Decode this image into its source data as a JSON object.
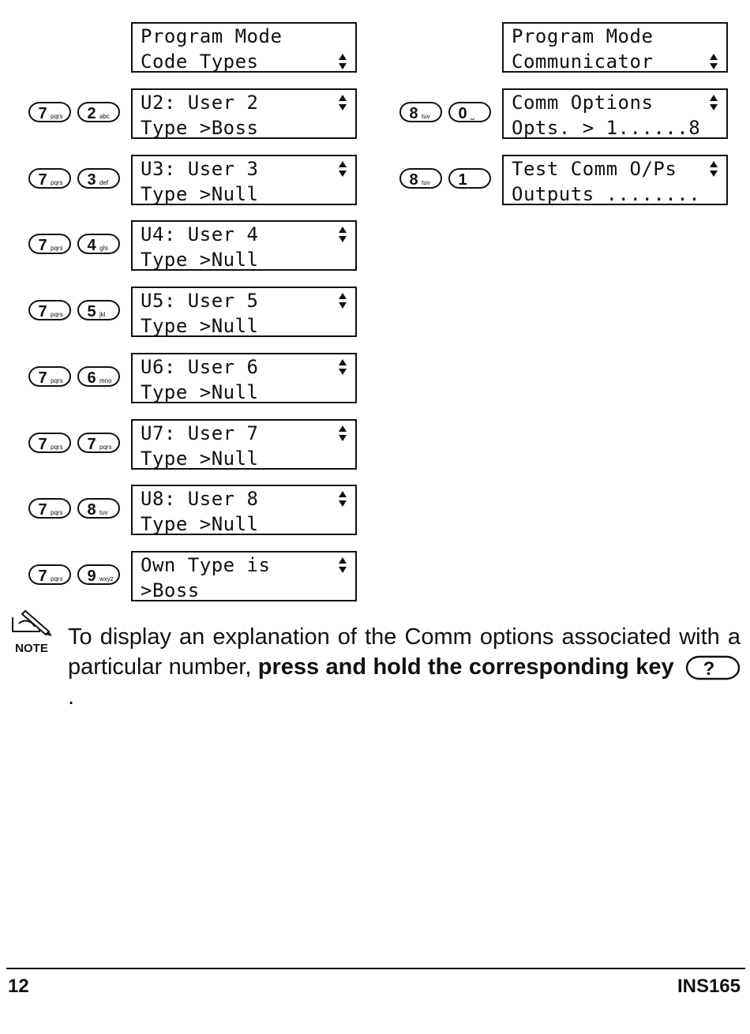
{
  "left_column": {
    "header": {
      "line1": "Program Mode",
      "line2": "Code Types"
    },
    "entries": [
      {
        "keys": [
          {
            "digit": "7",
            "letters": "pqrs"
          },
          {
            "digit": "2",
            "letters": "abc"
          }
        ],
        "line1": "U2: User 2",
        "line2": "Type >Boss"
      },
      {
        "keys": [
          {
            "digit": "7",
            "letters": "pqrs"
          },
          {
            "digit": "3",
            "letters": "def"
          }
        ],
        "line1": "U3: User 3",
        "line2": "Type >Null"
      },
      {
        "keys": [
          {
            "digit": "7",
            "letters": "pqrs"
          },
          {
            "digit": "4",
            "letters": "ghi"
          }
        ],
        "line1": "U4: User 4",
        "line2": "Type >Null"
      },
      {
        "keys": [
          {
            "digit": "7",
            "letters": "pqrs"
          },
          {
            "digit": "5",
            "letters": "jkl"
          }
        ],
        "line1": "U5: User 5",
        "line2": "Type >Null"
      },
      {
        "keys": [
          {
            "digit": "7",
            "letters": "pqrs"
          },
          {
            "digit": "6",
            "letters": "mno"
          }
        ],
        "line1": "U6: User 6",
        "line2": "Type >Null"
      },
      {
        "keys": [
          {
            "digit": "7",
            "letters": "pqrs"
          },
          {
            "digit": "7",
            "letters": "pqrs"
          }
        ],
        "line1": "U7: User 7",
        "line2": "Type >Null"
      },
      {
        "keys": [
          {
            "digit": "7",
            "letters": "pqrs"
          },
          {
            "digit": "8",
            "letters": "tuv"
          }
        ],
        "line1": "U8: User 8",
        "line2": "Type >Null"
      },
      {
        "keys": [
          {
            "digit": "7",
            "letters": "pqrs"
          },
          {
            "digit": "9",
            "letters": "wxyz"
          }
        ],
        "line1": "Own Type is",
        "line2": ">Boss"
      }
    ]
  },
  "right_column": {
    "header": {
      "line1": "Program Mode",
      "line2": "Communicator"
    },
    "entries": [
      {
        "keys": [
          {
            "digit": "8",
            "letters": "tuv"
          },
          {
            "digit": "0",
            "letters": "␣"
          }
        ],
        "line1": "Comm Options",
        "line2": "Opts. > 1......8"
      },
      {
        "keys": [
          {
            "digit": "8",
            "letters": "tuv"
          },
          {
            "digit": "1",
            "letters": ""
          }
        ],
        "line1": "Test Comm O/Ps",
        "line2": "Outputs ........"
      }
    ]
  },
  "note": {
    "icon_label": "NOTE",
    "text_before": "To display an explanation of the Comm options associated with a particular number, ",
    "text_bold": "press and hold the corresponding key",
    "text_after": ".",
    "key_symbol": "?"
  },
  "footer": {
    "page_number": "12",
    "doc_id": "INS165"
  }
}
